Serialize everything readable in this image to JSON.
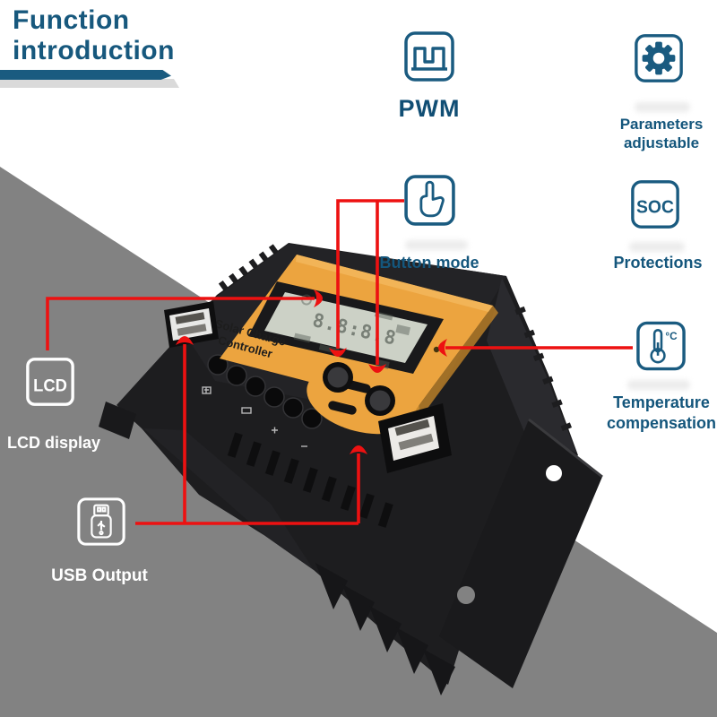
{
  "page": {
    "title": "Function introduction"
  },
  "features": {
    "pwm": {
      "label": "PWM"
    },
    "parameters": {
      "label": "Parameters adjustable"
    },
    "button_mode": {
      "label": "Button mode"
    },
    "soc": {
      "label": "Protections",
      "icon_text": "SOC"
    },
    "temperature": {
      "label": "Temperature compensation",
      "icon_text": "°C"
    },
    "lcd": {
      "label": "LCD display",
      "icon_text": "LCD"
    },
    "usb": {
      "label": "USB Output"
    }
  },
  "device": {
    "brand_line1": "Solar Charge",
    "brand_line2": "Controller",
    "lcd_reading": "8.8:8.8"
  },
  "colors": {
    "accent_teal": "#1a5b80",
    "annotation_red": "#ed1111",
    "plate_orange": "#eca43f",
    "background_gray": "#828282"
  }
}
